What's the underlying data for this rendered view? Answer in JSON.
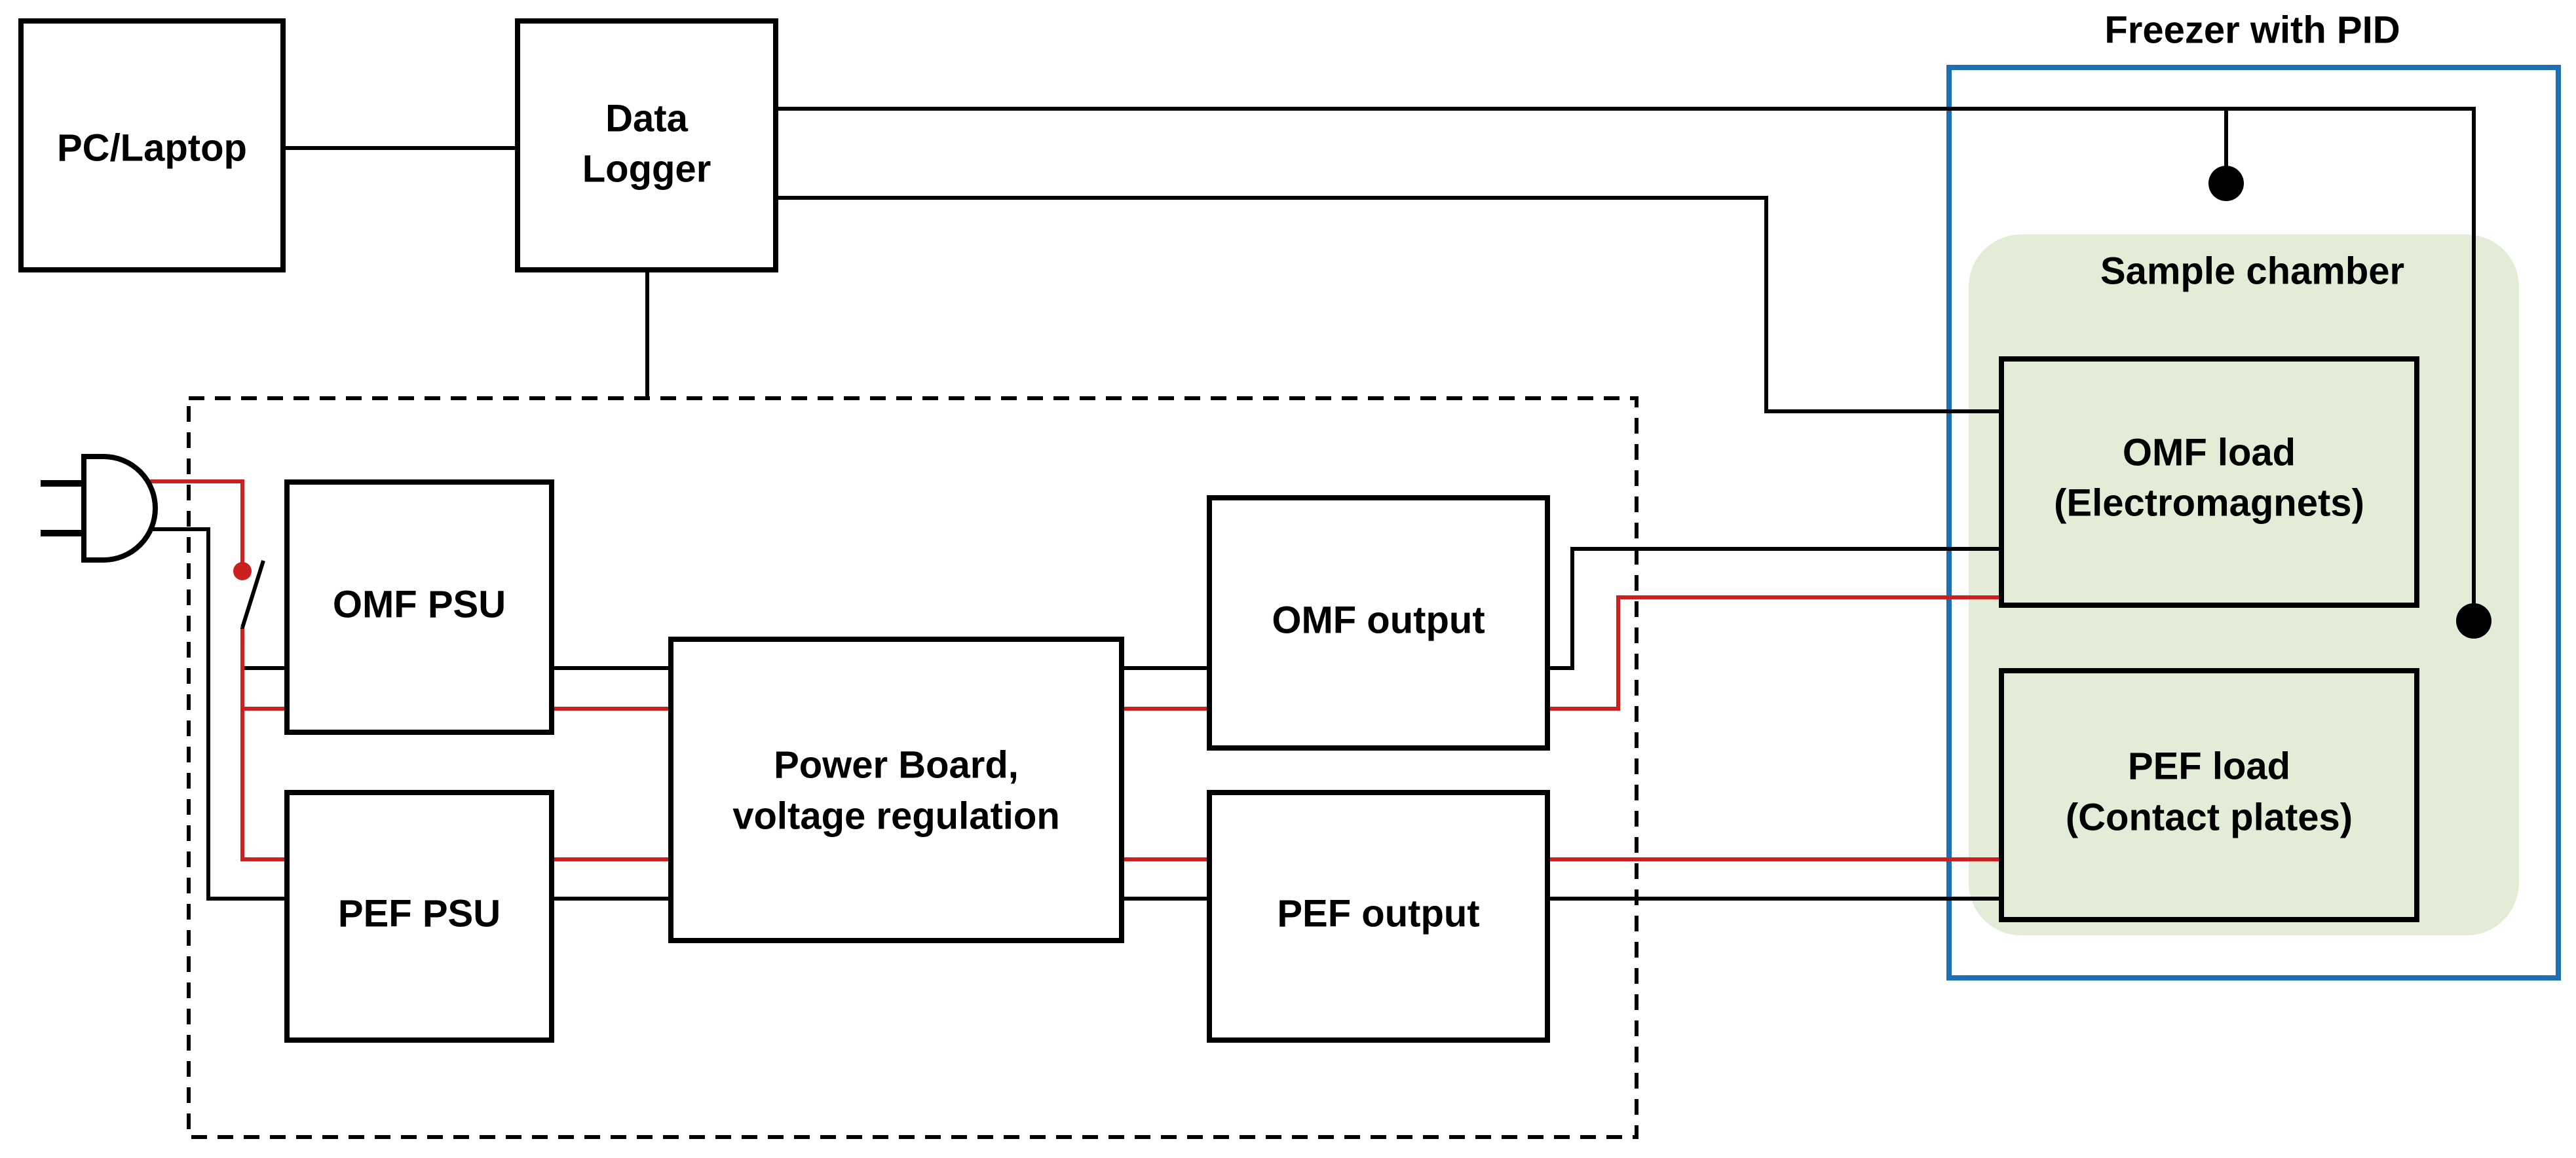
{
  "colors": {
    "wire_black": "#000000",
    "wire_red": "#cc1f1f",
    "freezer_border": "#1f6fb5",
    "chamber_fill": "#e3ecd6"
  },
  "labels": {
    "pc": "PC/Laptop",
    "logger": [
      "Data",
      "Logger"
    ],
    "freezer": "Freezer with PID",
    "chamber": "Sample chamber",
    "omf_load": [
      "OMF load",
      "(Electromagnets)"
    ],
    "pef_load": [
      "PEF load",
      "(Contact plates)"
    ],
    "omf_psu": "OMF PSU",
    "pef_psu": "PEF PSU",
    "power_board": [
      "Power Board,",
      "voltage regulation"
    ],
    "omf_output": "OMF output",
    "pef_output": "PEF output"
  },
  "icons": [
    "power-plug-icon",
    "switch-icon",
    "sensor-probe-icon"
  ]
}
